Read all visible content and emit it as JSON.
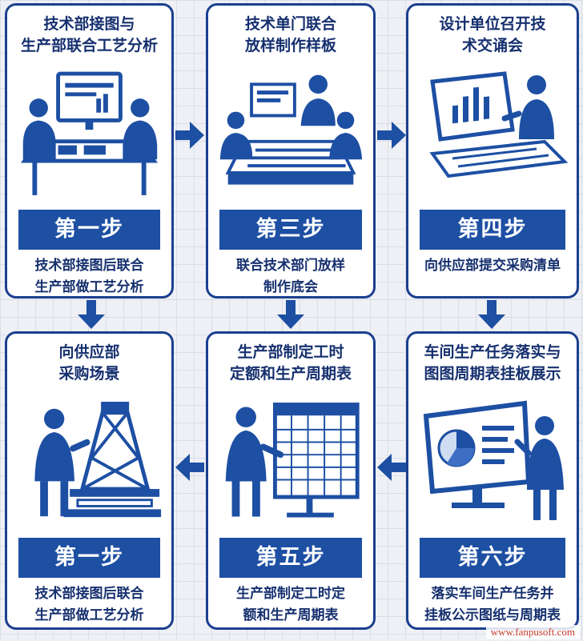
{
  "colors": {
    "primary": "#1d4fa3",
    "dark": "#16306f",
    "light": "#cfdcf2",
    "background": "#eef0f5"
  },
  "cards": [
    {
      "title": "技术部接图与\n生产部联合工艺分析",
      "step": "第一步",
      "desc": "技术部接图后联合\n生产部做工艺分析",
      "icon": "meeting-table-icon"
    },
    {
      "title": "技术单门联合\n放样制作样板",
      "step": "第三步",
      "desc": "联合技术部门放样\n制作底会",
      "icon": "team-drafting-icon"
    },
    {
      "title": "设计单位召开技\n术交诵会",
      "step": "第四步",
      "desc": "向供应部提交采购清单",
      "icon": "monitor-presentation-icon"
    },
    {
      "title": "向供应部\n采购场景",
      "step": "第一步",
      "desc": "技术部接图后联合\n生产部做工艺分析",
      "icon": "tower-structure-icon"
    },
    {
      "title": "生产部制定工时\n定额和生产周期表",
      "step": "第五步",
      "desc": "生产部制定工时定\n额和生产周期表",
      "icon": "schedule-board-icon"
    },
    {
      "title": "车间生产任务落实与\n图图周期表挂板展示",
      "step": "第六步",
      "desc": "落实车间生产任务并\n挂板公示图纸与周期表",
      "icon": "pie-chart-monitor-icon"
    }
  ],
  "watermark": "www.fanpusoft.com"
}
